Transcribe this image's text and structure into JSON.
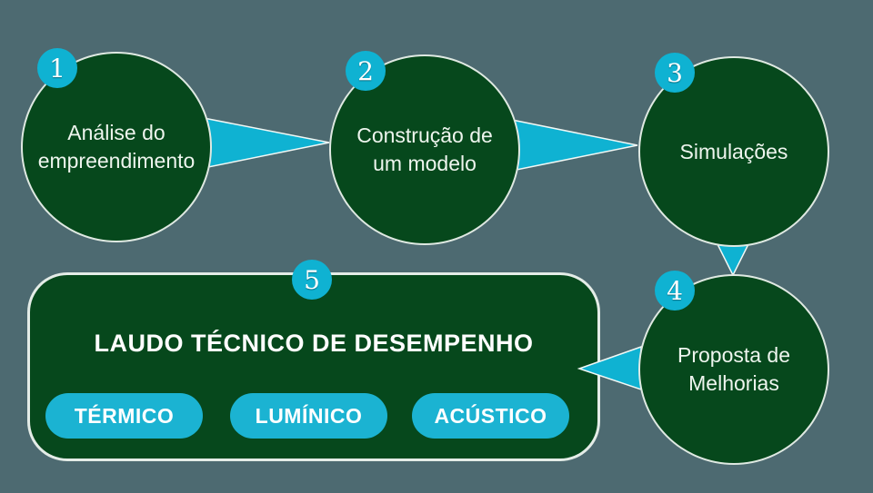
{
  "colors": {
    "background": "#4d6a71",
    "circle_green": "#06481c",
    "accent_cyan": "#0fb2d2",
    "pill_cyan": "#1bb3d2",
    "text_white": "#eef5ee"
  },
  "steps": [
    {
      "number": "1",
      "lines": [
        "Análise do",
        "empreendimento"
      ]
    },
    {
      "number": "2",
      "lines": [
        "Construção de",
        "um modelo"
      ]
    },
    {
      "number": "3",
      "lines": [
        "Simulações"
      ]
    },
    {
      "number": "4",
      "lines": [
        "Proposta de",
        "Melhorias"
      ]
    }
  ],
  "report": {
    "number": "5",
    "title": "LAUDO TÉCNICO DE DESEMPENHO",
    "tags": [
      "TÉRMICO",
      "LUMÍNICO",
      "ACÚSTICO"
    ]
  }
}
